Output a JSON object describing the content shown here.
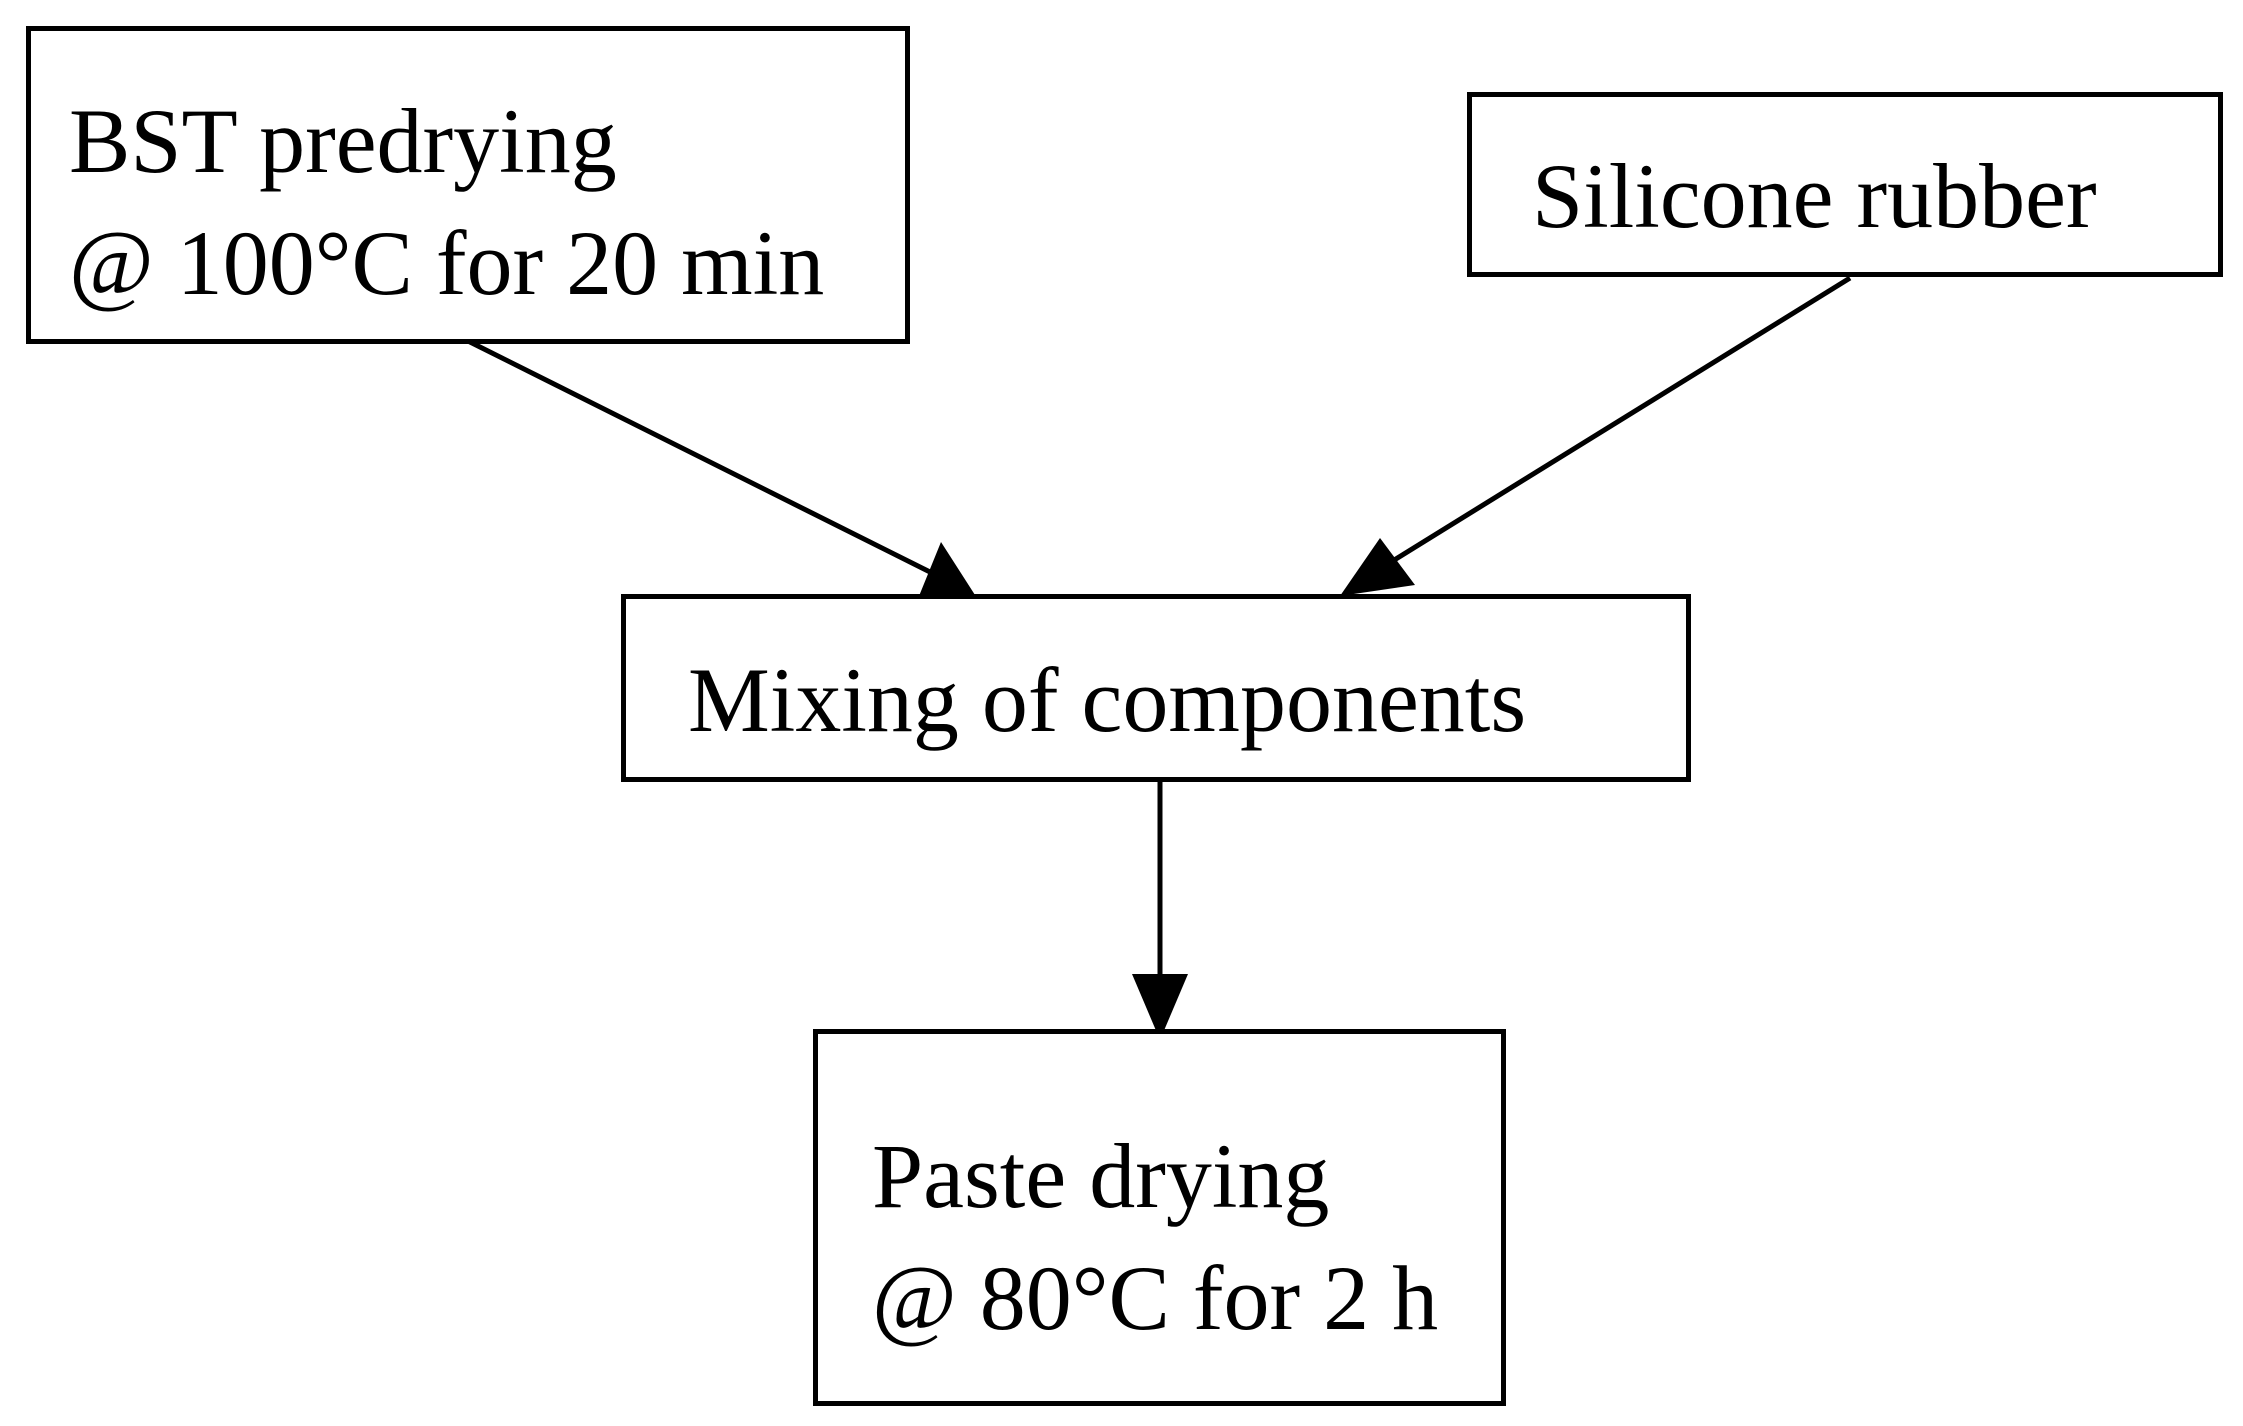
{
  "nodes": {
    "bst": {
      "line1": "BST predrying",
      "line2": "@ 100°C for 20 min"
    },
    "silicone": {
      "line1": "Silicone rubber"
    },
    "mixing": {
      "line1": "Mixing of components"
    },
    "paste": {
      "line1": "Paste drying",
      "line2": "@ 80°C for 2 h"
    }
  },
  "edges": [
    {
      "from": "bst",
      "to": "mixing"
    },
    {
      "from": "silicone",
      "to": "mixing"
    },
    {
      "from": "mixing",
      "to": "paste"
    }
  ]
}
